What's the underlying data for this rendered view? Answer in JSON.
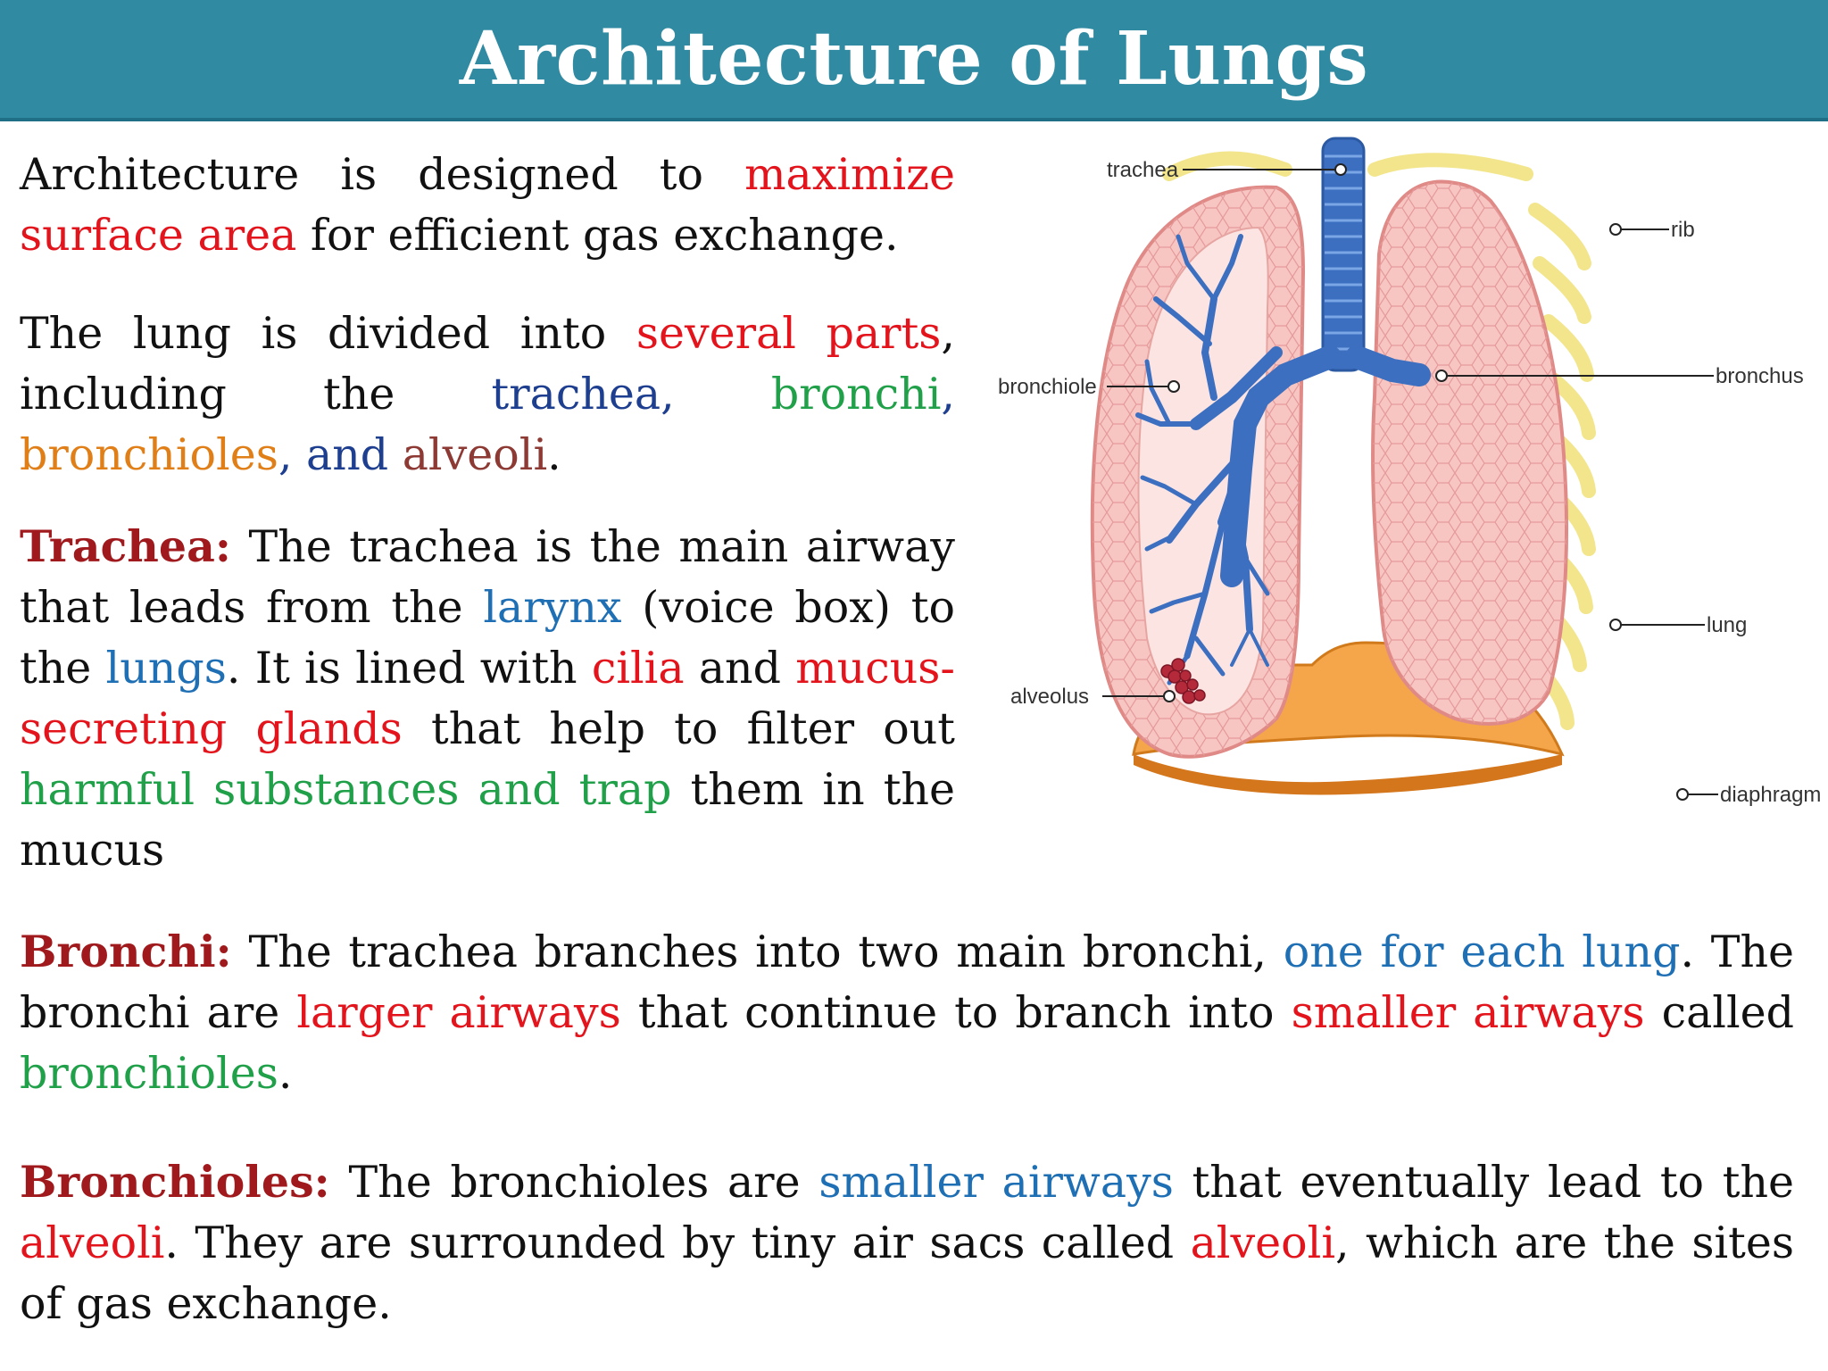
{
  "header": {
    "title": "Architecture of Lungs"
  },
  "colors": {
    "header_bg": "#2f8aa2",
    "red": "#e3141c",
    "blue": "#1f6fb5",
    "green": "#1fa049",
    "orange": "#e07f18",
    "maroon": "#a0191c"
  },
  "intro": {
    "t1": "Architecture is designed to ",
    "h1": "maximize surface area",
    "t2": " for efficient gas exchange."
  },
  "divided": {
    "t1": "The lung is divided into ",
    "h1": "several parts",
    "t2": ", including the ",
    "h2": "trachea,",
    "t3": " ",
    "h3": "bronchi",
    "t4": ", ",
    "h4": "bronchioles",
    "t5": ",",
    "h5": " and",
    "t6": " ",
    "h6": "alveoli",
    "t7": "."
  },
  "trachea": {
    "heading": "Trachea:",
    "t1": " The trachea is the main airway that leads from the ",
    "h1": "larynx",
    "t2": " (voice box) to the ",
    "h2": "lungs",
    "t3": ". It is lined with ",
    "h3": "cilia",
    "t4": " and ",
    "h4": "mucus-secreting glands",
    "t5": " that help to filter out ",
    "h5": "harmful substances and trap",
    "t6": " them in the mucus"
  },
  "bronchi": {
    "heading": "Bronchi:",
    "t1": " The trachea branches into two main bronchi, ",
    "h1": "one for each lung",
    "t2": ". The bronchi are ",
    "h2": "larger airways",
    "t3": " that continue to branch into ",
    "h3": "smaller airways",
    "t4": " called ",
    "h4": "bronchioles",
    "t5": "."
  },
  "bronchioles": {
    "heading": "Bronchioles:",
    "t1": " The bronchioles are ",
    "h1": "smaller airways",
    "t2": " that eventually lead to the ",
    "h2": "alveoli",
    "t3": ". They are surrounded by tiny air sacs called ",
    "h3": "alveoli",
    "t4": ", which are the sites of gas exchange."
  },
  "figure": {
    "labels": {
      "trachea": "trachea",
      "rib": "rib",
      "bronchus": "bronchus",
      "bronchiole": "bronchiole",
      "lung": "lung",
      "alveolus": "alveolus",
      "diaphragm": "diaphragm"
    }
  }
}
